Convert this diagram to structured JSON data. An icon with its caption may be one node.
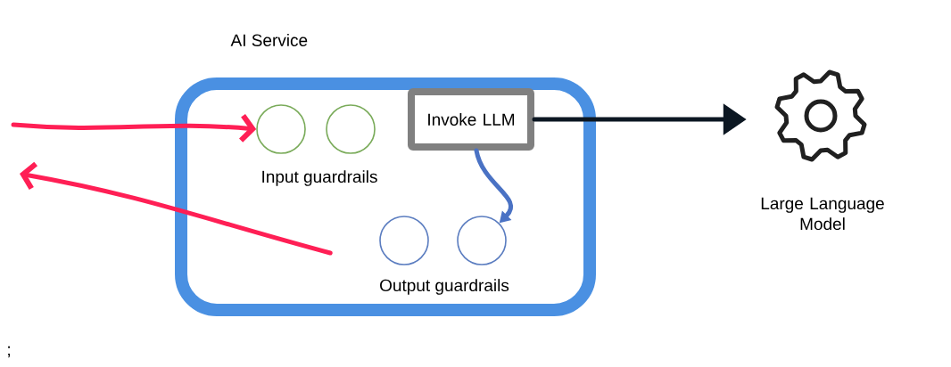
{
  "diagram": {
    "nodes": [
      {
        "text": [
          "AI Service"
        ]
      },
      {
        "text": [],
        "shape": "circle",
        "in": 0
      },
      {
        "text": [],
        "shape": "circle",
        "in": 0
      },
      {
        "text": [
          "Invoke LLM"
        ],
        "in": 0
      },
      {
        "text": [],
        "shape": "circle",
        "in": 0
      },
      {
        "text": [],
        "shape": "circle",
        "in": 0
      },
      {
        "text": [
          "Large Language Model"
        ]
      }
    ],
    "edges": [
      {
        "from": null,
        "to": 1,
        "arrow": "to",
        "color": "#ff1f55"
      },
      {
        "from": 4,
        "to": null,
        "arrow": "to",
        "color": "#ff1f55"
      },
      {
        "from": 3,
        "to": 5,
        "arrow": "to",
        "color": "#4a72c4"
      },
      {
        "from": 3,
        "to": 6,
        "arrow": "to",
        "color": "#0c1722"
      }
    ],
    "labels": [
      "Input guardrails",
      "Output guardrails",
      ";"
    ]
  }
}
